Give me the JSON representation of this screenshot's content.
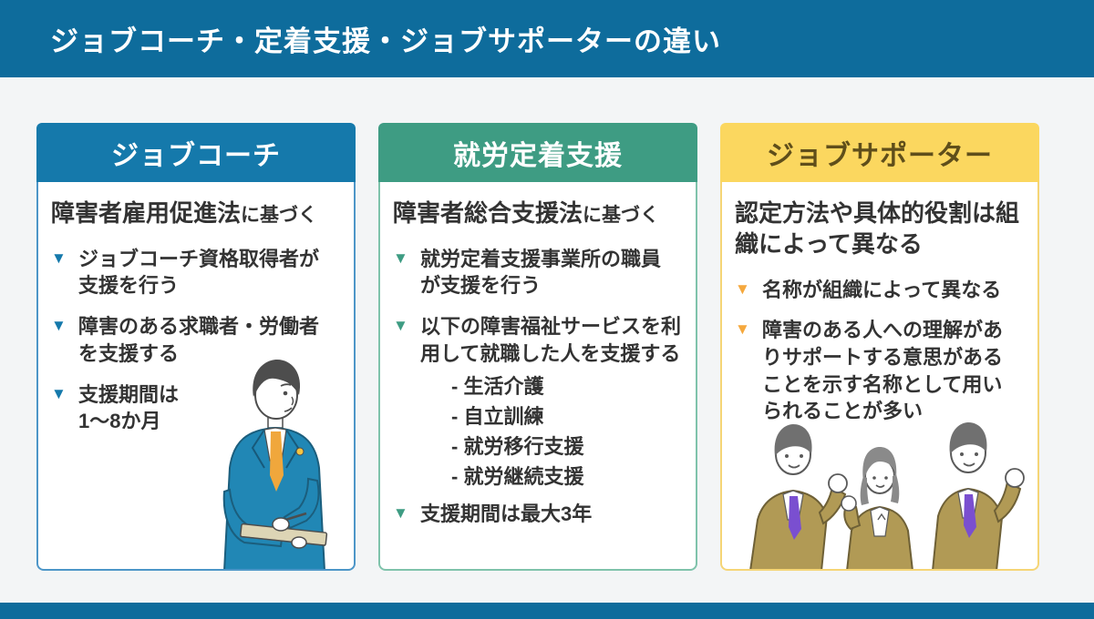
{
  "title": "ジョブコーチ・定着支援・ジョブサポーターの違い",
  "icons": {
    "triangle_down": "▼"
  },
  "colors": {
    "page_bg": "#f3f5f6",
    "title_bar_bg": "#0e6c9c",
    "footer_bar_bg": "#0e6c9c",
    "body_text": "#333333",
    "card_blue_header": "#1579ab",
    "card_blue_border": "#4d96c8",
    "card_green_header": "#3e9c83",
    "card_green_border": "#7fc3ab",
    "card_yellow_header": "#fbd75f",
    "card_yellow_text": "#5f4e1a",
    "card_yellow_bullet": "#f5a83d",
    "illustration_suit_blue": "#2187b5",
    "illustration_tie_orange": "#f0a73c",
    "illustration_jacket_khaki": "#b19a55",
    "illustration_tie_purple": "#7a4fd0"
  },
  "cards": [
    {
      "header": "ジョブコーチ",
      "intro_main": "障害者雇用促進法",
      "intro_suffix": "に基づく",
      "bullets": [
        {
          "text": "ジョブコーチ資格取得者が支援を行う"
        },
        {
          "text": "障害のある求職者・労働者を支援する"
        },
        {
          "text": "支援期間は1〜8か月"
        }
      ]
    },
    {
      "header": "就労定着支援",
      "intro_main": "障害者総合支援法",
      "intro_suffix": "に基づく",
      "bullets": [
        {
          "text": "就労定着支援事業所の職員が支援を行う"
        },
        {
          "text": "以下の障害福祉サービスを利用して就職した人を支援する",
          "sub": [
            "- 生活介護",
            "- 自立訓練",
            "- 就労移行支援",
            "- 就労継続支援"
          ]
        },
        {
          "text": "支援期間は最大3年"
        }
      ]
    },
    {
      "header": "ジョブサポーター",
      "intro_main": "認定方法や具体的役割は組織によって異なる",
      "intro_suffix": "",
      "bullets": [
        {
          "text": "名称が組織によって異なる"
        },
        {
          "text": "障害のある人への理解がありサポートする意思があることを示す名称として用いられることが多い"
        }
      ]
    }
  ]
}
